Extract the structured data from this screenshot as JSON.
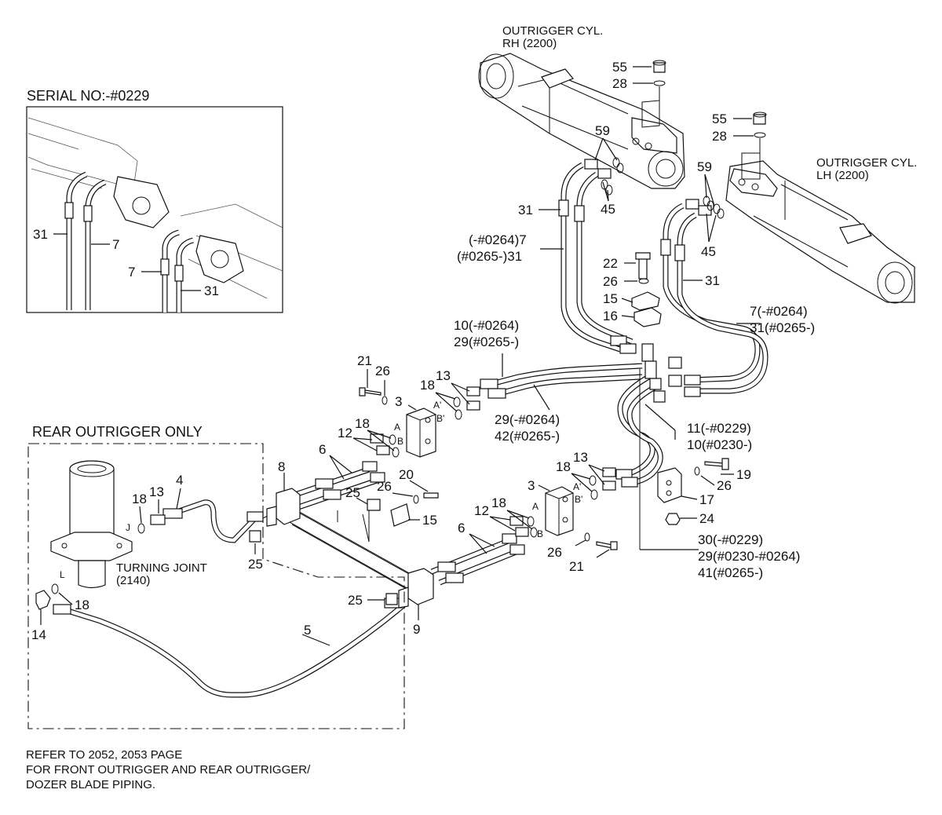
{
  "labels": {
    "serial_header": "SERIAL NO:-#0229",
    "rear_header": "REAR OUTRIGGER ONLY",
    "cyl_rh_1": "OUTRIGGER CYL.",
    "cyl_rh_2": "RH (2200)",
    "cyl_lh_1": "OUTRIGGER CYL.",
    "cyl_lh_2": "LH (2200)",
    "tj_1": "TURNING JOINT",
    "tj_2": "(2140)",
    "footer_1": "REFER TO 2052, 2053 PAGE",
    "footer_2": "FOR FRONT OUTRIGGER AND REAR OUTRIGGER/",
    "footer_3": "DOZER BLADE PIPING.",
    "port_j": "J",
    "port_l": "L",
    "port_a1": "A",
    "port_b1": "B",
    "port_a1p": "A'",
    "port_b1p": "B'",
    "port_a2": "A",
    "port_b2": "B",
    "port_a2p": "A'",
    "port_b2p": "B'"
  },
  "callouts": {
    "inset_31a": "31",
    "inset_7a": "7",
    "inset_7b": "7",
    "inset_31b": "31",
    "rh_55": "55",
    "rh_28": "28",
    "rh_59": "59",
    "rh_45": "45",
    "rh_31": "31",
    "rh_7_l1": "(-#0264)7",
    "rh_7_l2": "(#0265-)31",
    "lh_55": "55",
    "lh_28": "28",
    "lh_59": "59",
    "lh_45": "45",
    "lh_31": "31",
    "c_22": "22",
    "c_26a": "26",
    "c_15a": "15",
    "c_16": "16",
    "lh_7_l1": "7(-#0264)",
    "lh_7_l2": "31(#0265-)",
    "c_10_l1": "10(-#0264)",
    "c_10_l2": "29(#0265-)",
    "c_21a": "21",
    "c_26b": "26",
    "c_13a": "13",
    "c_18a": "18",
    "c_3a": "3",
    "c_29_l1": "29(-#0264)",
    "c_29_l2": "42(#0265-)",
    "c_12a": "12",
    "c_18b": "18",
    "c_6a": "6",
    "c_11_l1": "11(-#0229)",
    "c_11_l2": "10(#0230-)",
    "c_8": "8",
    "c_20": "20",
    "c_26c": "26",
    "c_25a": "25",
    "c_15b": "15",
    "c_13b": "13",
    "c_18c": "18",
    "c_3b": "3",
    "c_19": "19",
    "c_26d": "26",
    "c_17": "17",
    "c_24": "24",
    "c_4": "4",
    "c_18d": "18",
    "c_13c": "13",
    "c_12b": "12",
    "c_18e": "18",
    "c_6b": "6",
    "c_25b": "25",
    "c_26e": "26",
    "c_21b": "21",
    "c_30_l1": "30(-#0229)",
    "c_30_l2": "29(#0230-#0264)",
    "c_30_l3": "41(#0265-)",
    "c_18f": "18",
    "c_14": "14",
    "c_25c": "25",
    "c_9": "9",
    "c_5": "5"
  }
}
